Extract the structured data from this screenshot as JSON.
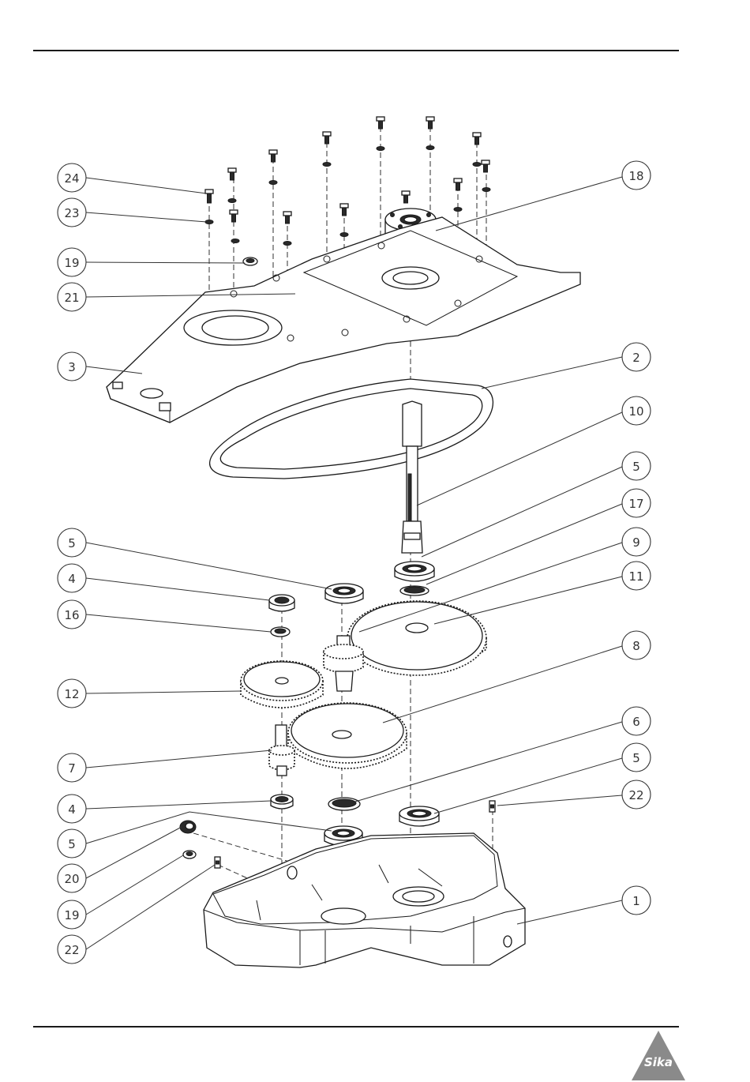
{
  "callouts": [
    {
      "id": "24",
      "label": "24"
    },
    {
      "id": "23",
      "label": "23"
    },
    {
      "id": "19a",
      "label": "19"
    },
    {
      "id": "21",
      "label": "21"
    },
    {
      "id": "3",
      "label": "3"
    },
    {
      "id": "18",
      "label": "18"
    },
    {
      "id": "2",
      "label": "2"
    },
    {
      "id": "10",
      "label": "10"
    },
    {
      "id": "5a",
      "label": "5"
    },
    {
      "id": "17",
      "label": "17"
    },
    {
      "id": "9",
      "label": "9"
    },
    {
      "id": "11",
      "label": "11"
    },
    {
      "id": "8",
      "label": "8"
    },
    {
      "id": "6",
      "label": "6"
    },
    {
      "id": "5b",
      "label": "5"
    },
    {
      "id": "22a",
      "label": "22"
    },
    {
      "id": "1",
      "label": "1"
    },
    {
      "id": "5c",
      "label": "5"
    },
    {
      "id": "4a",
      "label": "4"
    },
    {
      "id": "16",
      "label": "16"
    },
    {
      "id": "12",
      "label": "12"
    },
    {
      "id": "7",
      "label": "7"
    },
    {
      "id": "4b",
      "label": "4"
    },
    {
      "id": "5d",
      "label": "5"
    },
    {
      "id": "20",
      "label": "20"
    },
    {
      "id": "19b",
      "label": "19"
    },
    {
      "id": "22b",
      "label": "22"
    }
  ],
  "logo": {
    "text": "Sika"
  }
}
